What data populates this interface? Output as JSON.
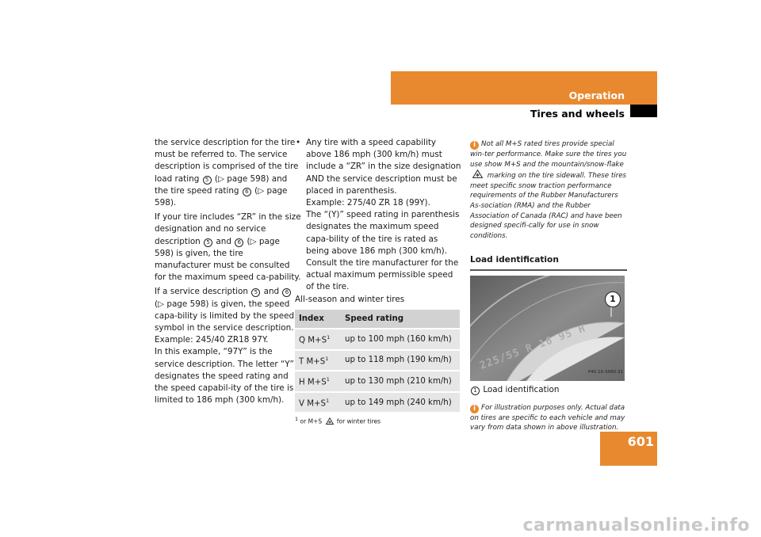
{
  "header": {
    "section": "Operation",
    "subsection": "Tires and wheels",
    "page_number": "601"
  },
  "col1": {
    "p1": [
      "the service description for the tire must be referred to. The service description is comprised of the tire load rating ",
      "5",
      " (▷ page 598) and the tire speed rating ",
      "6",
      " (▷ page 598)."
    ],
    "p2": [
      "If your tire includes “ZR” in the size designation and no service description ",
      "5",
      " and ",
      "6",
      " (▷ page 598) is given, the tire manufacturer must be consulted for the maximum speed ca-pability."
    ],
    "p3": [
      "If a service description ",
      "5",
      " and ",
      "6",
      " (▷ page 598) is given, the speed capa-bility is limited by the speed symbol in the service description.",
      "Example: 245/40 ZR18 97Y.",
      "In this example, “97Y” is the service description. The letter “Y” designates the speed rating and the speed capabil-ity of the tire is limited to 186 mph (300 km/h)."
    ]
  },
  "col2": {
    "bullet": "•",
    "bullet_lines": [
      "Any tire with a speed capability above 186 mph (300 km/h) must include a “ZR” in the size designation AND the service description must be placed in parenthesis.",
      "Example: 275/40 ZR 18 (99Y).",
      "The “(Y)” speed rating in parenthesis designates the maximum speed capa-bility of the tire is rated as being above 186 mph (300 km/h). Consult the tire manufacturer for the actual maximum permissible speed of the tire."
    ],
    "after": "All-season and winter tires",
    "table": {
      "headers": [
        "Index",
        "Speed rating"
      ],
      "rows": [
        {
          "idx": "Q  M+S",
          "sup": "1",
          "rating": "up to 100 mph (160 km/h)"
        },
        {
          "idx": "T  M+S",
          "sup": "1",
          "rating": "up to 118 mph (190 km/h)"
        },
        {
          "idx": "H  M+S",
          "sup": "1",
          "rating": "up to 130 mph (210 km/h)"
        },
        {
          "idx": "V  M+S",
          "sup": "1",
          "rating": "up to 149 mph (240 km/h)"
        }
      ]
    },
    "footnote": {
      "mark": "1",
      "pre": "or M+S",
      "post": "for winter tires"
    }
  },
  "col3": {
    "info_icon_label": "i",
    "note1_pre": "Not all M+S rated tires provide special win-ter performance. Make sure the tires you use show M+S and the mountain/snow-flake",
    "note1_post": "marking on the tire sidewall. These tires meet specific snow traction performance requirements of the Rubber Manufacturers As-sociation (RMA) and the Rubber Association of Canada (RAC) and have been designed specifi-cally for use in snow conditions.",
    "heading": "Load identification",
    "image": {
      "sidewall_text": "225/55 R 16 95 H",
      "callout": "1",
      "code": "P40.10-3560-31"
    },
    "caption_num": "1",
    "caption_text": "Load identification",
    "note2": "For illustration purposes only. Actual data on tires are specific to each vehicle and may vary from data shown in above illustration."
  },
  "watermark": "carmanualsonline.info",
  "colors": {
    "accent": "#e8892f",
    "table_header": "#d2d2d2",
    "table_row": "#e6e6e6"
  },
  "icons": [
    "info-icon",
    "mountain-snowflake-icon",
    "triangle-pointer-icon"
  ]
}
